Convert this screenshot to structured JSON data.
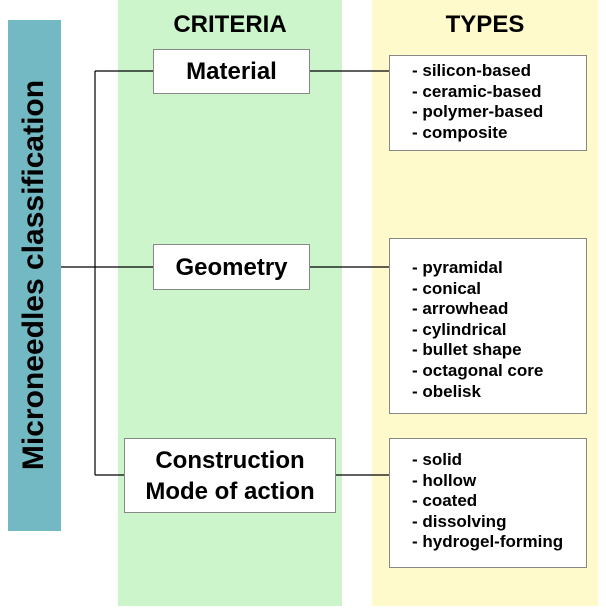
{
  "side_label": "Microneedles classification",
  "columns": {
    "criteria": "CRITERIA",
    "types": "TYPES"
  },
  "criteria": [
    {
      "lines": [
        "Material"
      ]
    },
    {
      "lines": [
        "Geometry"
      ]
    },
    {
      "lines": [
        "Construction",
        "Mode of action"
      ]
    }
  ],
  "types": [
    [
      "- silicon-based",
      "- ceramic-based",
      "- polymer-based",
      "- composite"
    ],
    [
      "- pyramidal",
      "- conical",
      "- arrowhead",
      "- cylindrical",
      "- bullet shape",
      "- octagonal core",
      "- obelisk"
    ],
    [
      "- solid",
      "- hollow",
      "- coated",
      "- dissolving",
      "- hydrogel-forming"
    ]
  ],
  "colors": {
    "criteria_bg": "#ccf5cc",
    "types_bg": "#fffacc",
    "side_bar": "#72b9c4",
    "connector": "#000000"
  }
}
